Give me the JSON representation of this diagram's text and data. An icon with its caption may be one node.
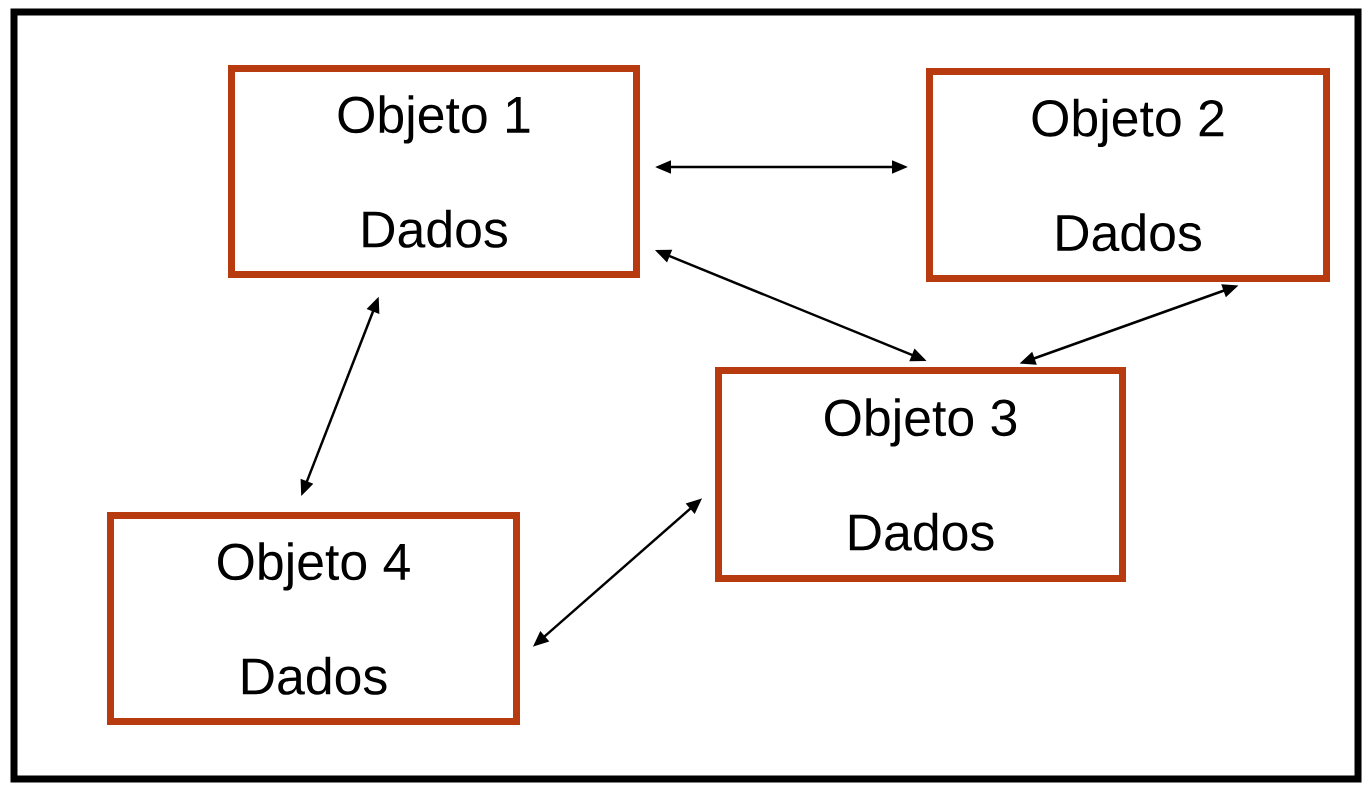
{
  "diagram": {
    "nodes": [
      {
        "text": [
          "Objeto 1",
          "Dados"
        ]
      },
      {
        "text": [
          "Objeto 2",
          "Dados"
        ]
      },
      {
        "text": [
          "Objeto 3",
          "Dados"
        ]
      },
      {
        "text": [
          "Objeto 4",
          "Dados"
        ]
      }
    ],
    "edges": [
      {
        "from": 0,
        "to": 1,
        "arrow": "both"
      },
      {
        "from": 0,
        "to": 2,
        "arrow": "both"
      },
      {
        "from": 1,
        "to": 2,
        "arrow": "both"
      },
      {
        "from": 0,
        "to": 3,
        "arrow": "both"
      },
      {
        "from": 2,
        "to": 3,
        "arrow": "both"
      }
    ]
  }
}
